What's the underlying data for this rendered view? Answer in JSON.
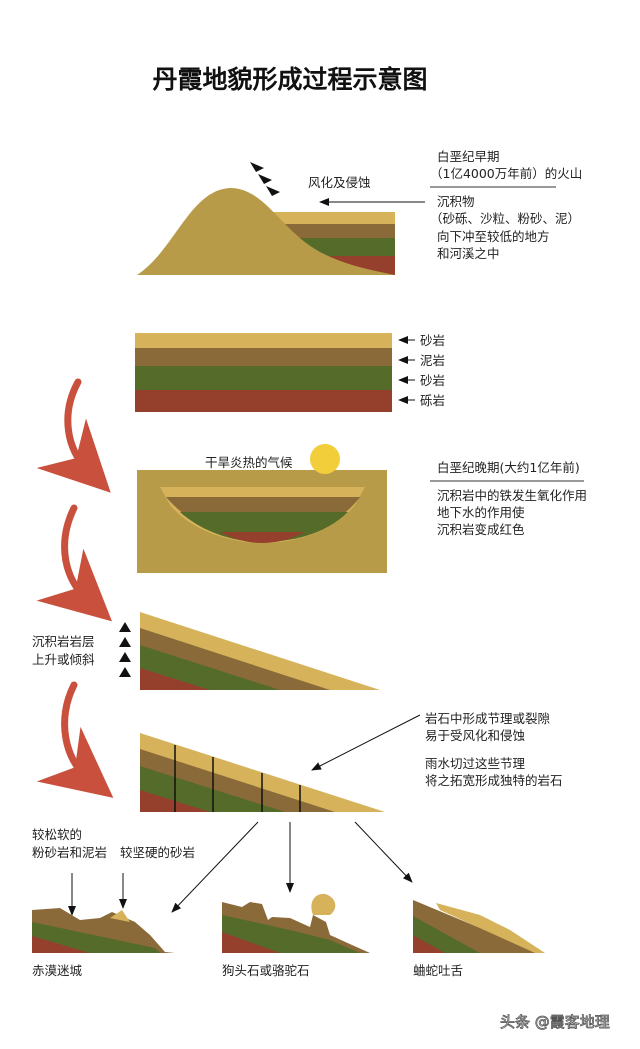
{
  "title": "丹霞地貌形成过程示意图",
  "colors": {
    "sandstone": "#d6b25a",
    "mudstone": "#8b6a3a",
    "green_sandstone": "#556b2a",
    "conglomerate": "#94402c",
    "mound": "#b89b48",
    "arrow_red": "#c8503c",
    "sun": "#f2cf3a"
  },
  "stage1": {
    "weathering": "风化及侵蚀",
    "period": "白垩纪早期",
    "volcano": "（1亿4000万年前）的火山",
    "sediment": "沉积物",
    "sediment_types": "（砂砾、沙粒、粉砂、泥）",
    "flow1": "向下冲至较低的地方",
    "flow2": "和河溪之中"
  },
  "stage2": {
    "layers": [
      "砂岩",
      "泥岩",
      "砂岩",
      "砾岩"
    ]
  },
  "stage3": {
    "climate": "干旱炎热的气候",
    "period": "白垩纪晚期(大约1亿年前)",
    "line1": "沉积岩中的铁发生氧化作用",
    "line2": "地下水的作用使",
    "line3": "沉积岩变成红色"
  },
  "stage4": {
    "line1": "沉积岩岩层",
    "line2": "上升或倾斜"
  },
  "stage5": {
    "line1": "岩石中形成节理或裂隙",
    "line2": "易于受风化和侵蚀",
    "line3": "雨水切过这些节理",
    "line4": "将之拓宽形成独特的岩石"
  },
  "stage6": {
    "soft1": "较松软的",
    "soft2": "粉砂岩和泥岩",
    "hard": "较坚硬的砂岩",
    "forms": [
      "赤漠迷城",
      "狗头石或骆驼石",
      "蛐蛇吐舌"
    ]
  },
  "watermark": "头条 @霞客地理"
}
